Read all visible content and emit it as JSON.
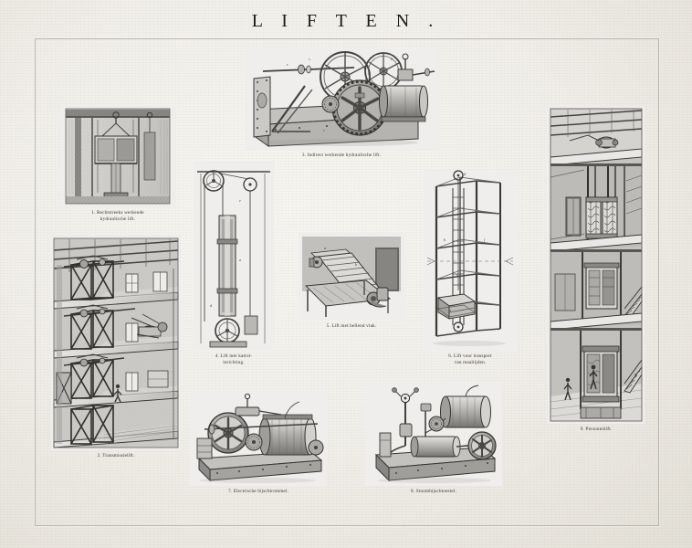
{
  "plate": {
    "title": "L I F T E N .",
    "title_plain": "LIFTEN.",
    "border_color": "#b9b5ac",
    "paper_color": "#f2f0eb",
    "ink_color": "#3a3630"
  },
  "figures": [
    {
      "number": "1",
      "caption": "1. Rechtstreeks werkende\nhydraulische lift.",
      "subject": "direct-acting-hydraulic-lift"
    },
    {
      "number": "2",
      "caption": "2. Transmissielift.",
      "subject": "transmission-lift-factory-cutaway"
    },
    {
      "number": "3",
      "caption": "3. Indirect werkende hydraulische lift.",
      "subject": "indirect-acting-hydraulic-lift-machine"
    },
    {
      "number": "4",
      "caption": "4. Lift met katrol-\ninrichting.",
      "subject": "lift-with-pulley-arrangement"
    },
    {
      "number": "5",
      "caption": "5. Lift met hellend vlak.",
      "subject": "inclined-plane-lift"
    },
    {
      "number": "6",
      "caption": "6. Lift voor transport\nvan maaltijden.",
      "subject": "dumbwaiter-meal-transport-lift"
    },
    {
      "number": "7",
      "caption": "7. Electrische hijschtrommel.",
      "subject": "electric-hoisting-drum"
    },
    {
      "number": "8",
      "caption": "8. Stoomhijschtoestel.",
      "subject": "steam-hoisting-apparatus"
    },
    {
      "number": "9",
      "caption": "9. Personenlift.",
      "subject": "passenger-lift-building-section"
    }
  ]
}
